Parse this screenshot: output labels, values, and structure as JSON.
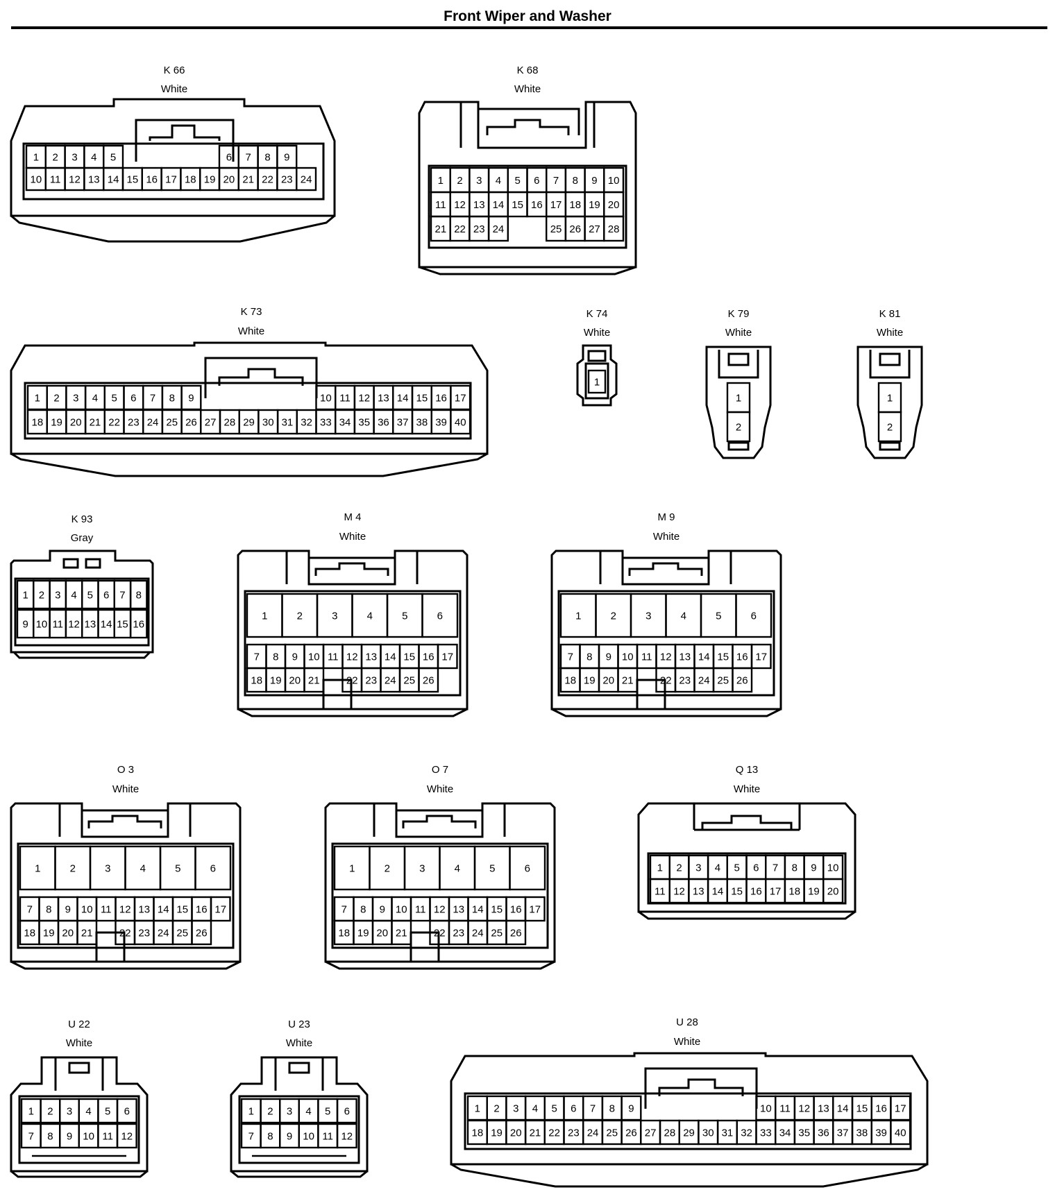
{
  "title": "Front Wiper and Washer",
  "colors": {
    "line": "#000000",
    "background": "#ffffff"
  },
  "connectors": [
    {
      "id": "K 66",
      "color": "White",
      "type": "wide-24",
      "rows": [
        [
          "1",
          "2",
          "3",
          "4",
          "5",
          "",
          "",
          "",
          "",
          "",
          "6",
          "7",
          "8",
          "9"
        ],
        [
          "10",
          "11",
          "12",
          "13",
          "14",
          "15",
          "16",
          "17",
          "18",
          "19",
          "20",
          "21",
          "22",
          "23",
          "24"
        ]
      ]
    },
    {
      "id": "K 68",
      "color": "White",
      "type": "box-28",
      "rows": [
        [
          "1",
          "2",
          "3",
          "4",
          "5",
          "6",
          "7",
          "8",
          "9",
          "10"
        ],
        [
          "11",
          "12",
          "13",
          "14",
          "15",
          "16",
          "17",
          "18",
          "19",
          "20"
        ],
        [
          "21",
          "22",
          "23",
          "24",
          "",
          "",
          "25",
          "26",
          "27",
          "28"
        ]
      ]
    },
    {
      "id": "K 73",
      "color": "White",
      "type": "wide-40",
      "rows": [
        [
          "1",
          "2",
          "3",
          "4",
          "5",
          "6",
          "7",
          "8",
          "9",
          "",
          "",
          "",
          "",
          "",
          "",
          "10",
          "11",
          "12",
          "13",
          "14",
          "15",
          "16",
          "17"
        ],
        [
          "18",
          "19",
          "20",
          "21",
          "22",
          "23",
          "24",
          "25",
          "26",
          "27",
          "28",
          "29",
          "30",
          "31",
          "32",
          "33",
          "34",
          "35",
          "36",
          "37",
          "38",
          "39",
          "40"
        ]
      ]
    },
    {
      "id": "K 74",
      "color": "White",
      "type": "single",
      "rows": [
        [
          "1"
        ]
      ]
    },
    {
      "id": "K 79",
      "color": "White",
      "type": "dual",
      "rows": [
        [
          "1"
        ],
        [
          "2"
        ]
      ]
    },
    {
      "id": "K 81",
      "color": "White",
      "type": "dual",
      "rows": [
        [
          "1"
        ],
        [
          "2"
        ]
      ]
    },
    {
      "id": "K 93",
      "color": "Gray",
      "type": "small-16",
      "rows": [
        [
          "1",
          "2",
          "3",
          "4",
          "5",
          "6",
          "7",
          "8"
        ],
        [
          "9",
          "10",
          "11",
          "12",
          "13",
          "14",
          "15",
          "16"
        ]
      ]
    },
    {
      "id": "M 4",
      "color": "White",
      "type": "block-26",
      "rows": [
        [
          "1",
          "2",
          "3",
          "4",
          "5",
          "6"
        ],
        [
          "7",
          "8",
          "9",
          "10",
          "11",
          "12",
          "13",
          "14",
          "15",
          "16",
          "17"
        ],
        [
          "18",
          "19",
          "20",
          "21",
          "",
          "22",
          "23",
          "24",
          "25",
          "26"
        ]
      ]
    },
    {
      "id": "M 9",
      "color": "White",
      "type": "block-26",
      "rows": [
        [
          "1",
          "2",
          "3",
          "4",
          "5",
          "6"
        ],
        [
          "7",
          "8",
          "9",
          "10",
          "11",
          "12",
          "13",
          "14",
          "15",
          "16",
          "17"
        ],
        [
          "18",
          "19",
          "20",
          "21",
          "",
          "22",
          "23",
          "24",
          "25",
          "26"
        ]
      ]
    },
    {
      "id": "O 3",
      "color": "White",
      "type": "block-26",
      "rows": [
        [
          "1",
          "2",
          "3",
          "4",
          "5",
          "6"
        ],
        [
          "7",
          "8",
          "9",
          "10",
          "11",
          "12",
          "13",
          "14",
          "15",
          "16",
          "17"
        ],
        [
          "18",
          "19",
          "20",
          "21",
          "",
          "22",
          "23",
          "24",
          "25",
          "26"
        ]
      ]
    },
    {
      "id": "O 7",
      "color": "White",
      "type": "block-26",
      "rows": [
        [
          "1",
          "2",
          "3",
          "4",
          "5",
          "6"
        ],
        [
          "7",
          "8",
          "9",
          "10",
          "11",
          "12",
          "13",
          "14",
          "15",
          "16",
          "17"
        ],
        [
          "18",
          "19",
          "20",
          "21",
          "",
          "22",
          "23",
          "24",
          "25",
          "26"
        ]
      ]
    },
    {
      "id": "Q 13",
      "color": "White",
      "type": "box-20",
      "rows": [
        [
          "1",
          "2",
          "3",
          "4",
          "5",
          "6",
          "7",
          "8",
          "9",
          "10"
        ],
        [
          "11",
          "12",
          "13",
          "14",
          "15",
          "16",
          "17",
          "18",
          "19",
          "20"
        ]
      ]
    },
    {
      "id": "U 22",
      "color": "White",
      "type": "small-12",
      "rows": [
        [
          "1",
          "2",
          "3",
          "4",
          "5",
          "6"
        ],
        [
          "7",
          "8",
          "9",
          "10",
          "11",
          "12"
        ]
      ]
    },
    {
      "id": "U 23",
      "color": "White",
      "type": "small-12",
      "rows": [
        [
          "1",
          "2",
          "3",
          "4",
          "5",
          "6"
        ],
        [
          "7",
          "8",
          "9",
          "10",
          "11",
          "12"
        ]
      ]
    },
    {
      "id": "U 28",
      "color": "White",
      "type": "wide-40",
      "rows": [
        [
          "1",
          "2",
          "3",
          "4",
          "5",
          "6",
          "7",
          "8",
          "9",
          "",
          "",
          "",
          "",
          "",
          "",
          "10",
          "11",
          "12",
          "13",
          "14",
          "15",
          "16",
          "17"
        ],
        [
          "18",
          "19",
          "20",
          "21",
          "22",
          "23",
          "24",
          "25",
          "26",
          "27",
          "28",
          "29",
          "30",
          "31",
          "32",
          "33",
          "34",
          "35",
          "36",
          "37",
          "38",
          "39",
          "40"
        ]
      ]
    }
  ]
}
